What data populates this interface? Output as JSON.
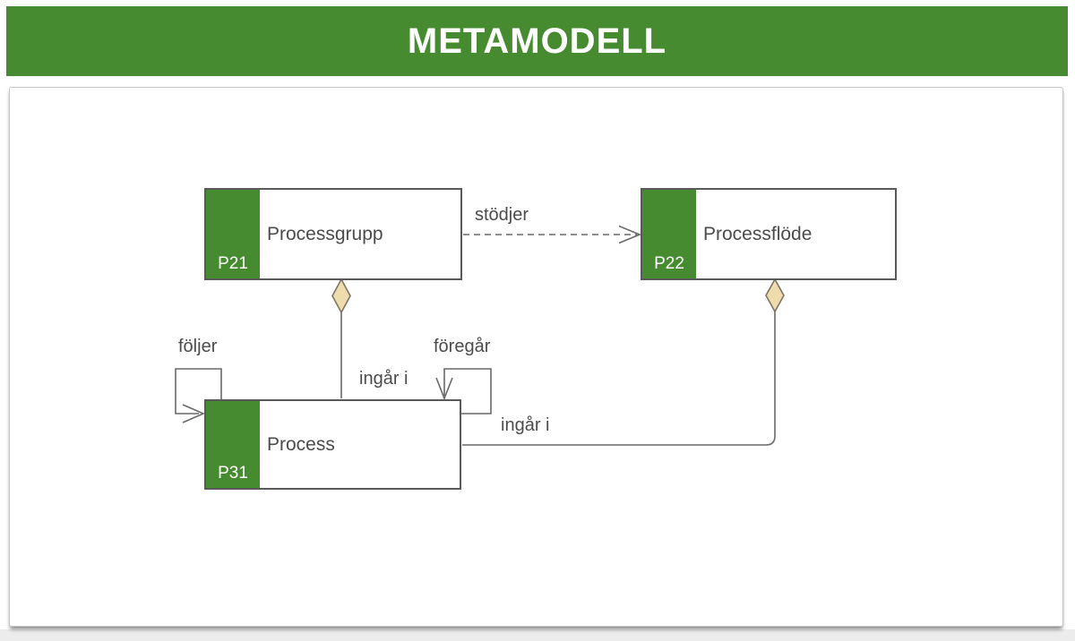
{
  "header": {
    "title": "METAMODELL"
  },
  "diagram": {
    "entities": [
      {
        "id": "P21",
        "name": "Processgrupp"
      },
      {
        "id": "P22",
        "name": "Processflöde"
      },
      {
        "id": "P31",
        "name": "Process"
      }
    ],
    "relations": [
      {
        "label": "stödjer",
        "from": "Processgrupp",
        "to": "Processflöde",
        "style": "dashed-open-arrow"
      },
      {
        "label": "ingår i",
        "from": "Process",
        "to": "Processgrupp",
        "style": "aggregation-diamond"
      },
      {
        "label": "ingår i",
        "from": "Process",
        "to": "Processflöde",
        "style": "aggregation-diamond"
      },
      {
        "label": "följer",
        "from": "Process",
        "to": "Process",
        "style": "self-loop-open-arrow"
      },
      {
        "label": "föregår",
        "from": "Process",
        "to": "Process",
        "style": "self-loop-open-arrow"
      }
    ],
    "colors": {
      "header_green": "#478b30",
      "entity_green": "#478b30",
      "entity_border": "#595959",
      "line_gray": "#696969",
      "diamond_fill": "#efdcae",
      "diamond_stroke": "#7d7361",
      "text_gray": "#4b4b4b"
    }
  }
}
